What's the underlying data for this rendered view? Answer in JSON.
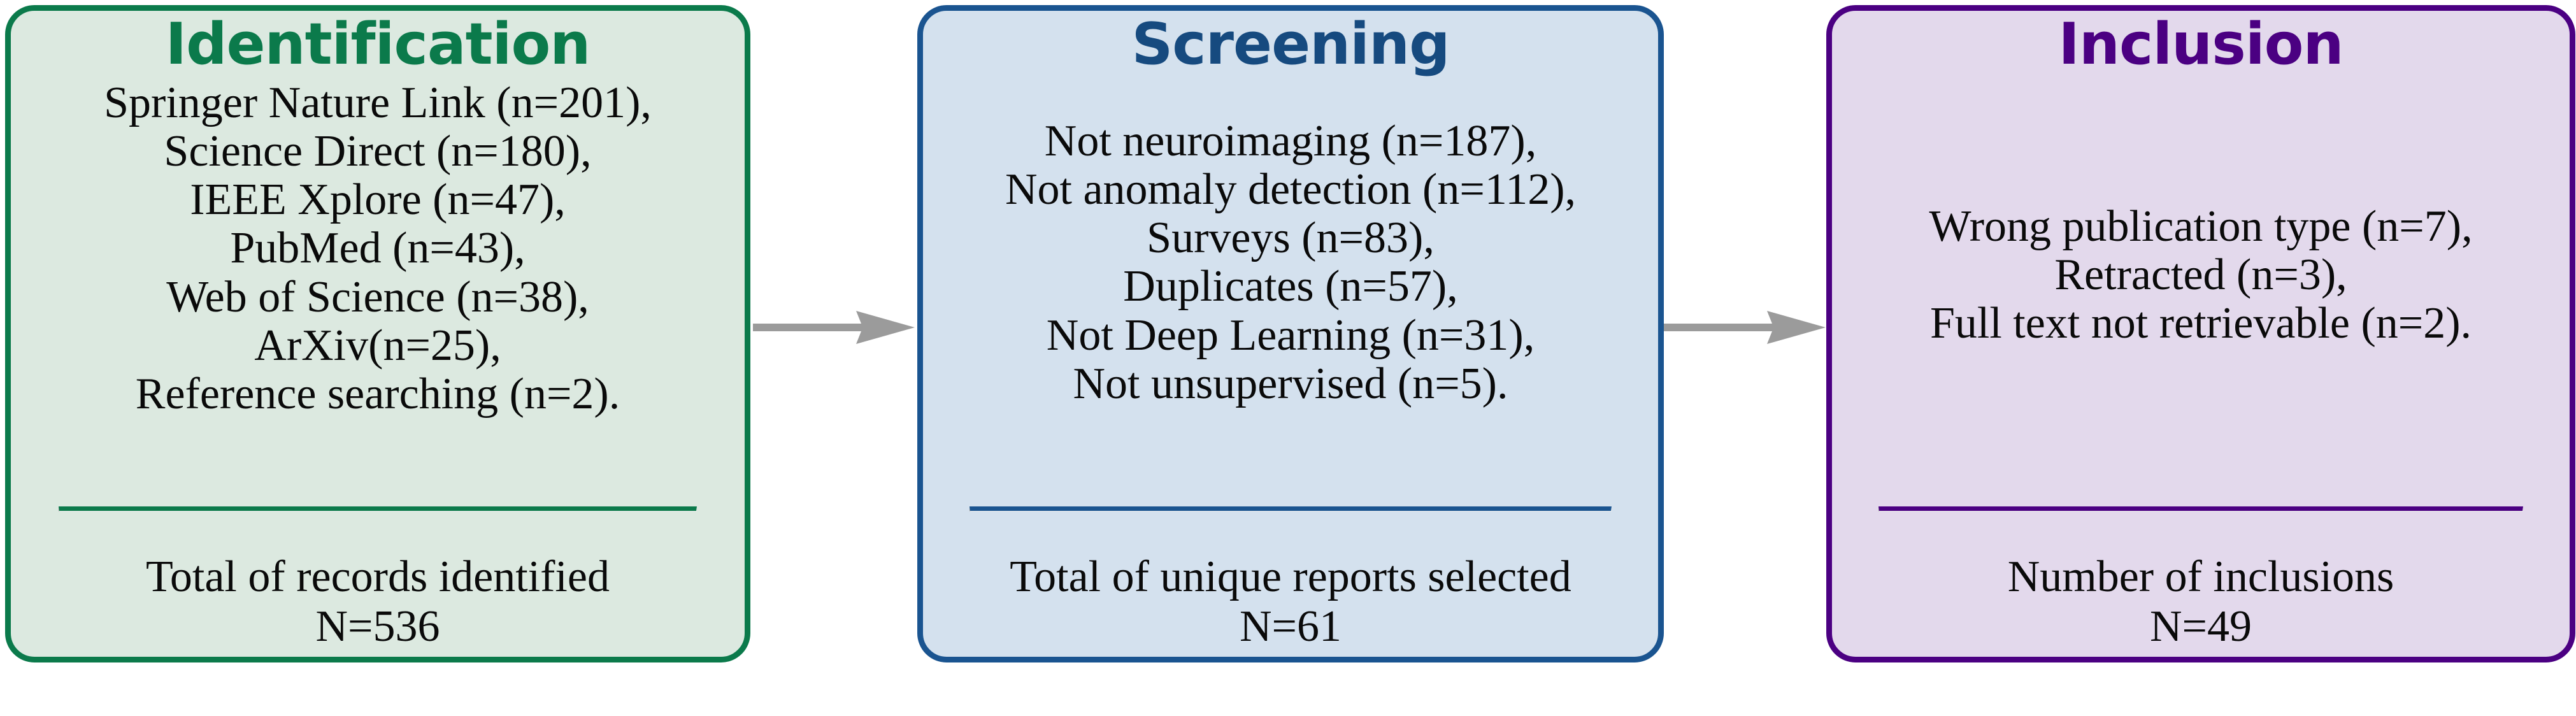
{
  "diagram": {
    "type": "prisma-flow-diagram",
    "orientation": "horizontal-left-to-right",
    "accent_colors": {
      "identification_border": "#0b7a4b",
      "identification_fill": "#dce9e0",
      "screening_border": "#1a5490",
      "screening_fill": "#d4e1ee",
      "inclusion_border": "#4b0082",
      "inclusion_fill": "#e3d9ec",
      "arrow": "#9b9b9b"
    }
  },
  "stages": [
    {
      "title": "Identification",
      "reasons": [
        "Springer Nature Link (n=201),",
        "Science Direct (n=180),",
        "IEEE Xplore (n=47),",
        "PubMed (n=43),",
        "Web of Science (n=38),",
        "ArXiv(n=25),",
        "Reference searching (n=2)."
      ],
      "summary_label": "Total of records identified",
      "summary_value": "N=536"
    },
    {
      "title": "Screening",
      "reasons": [
        "Not neuroimaging (n=187),",
        "Not anomaly detection (n=112),",
        "Surveys (n=83),",
        "Duplicates (n=57),",
        "Not Deep Learning (n=31),",
        "Not unsupervised (n=5)."
      ],
      "summary_label": "Total of unique reports selected",
      "summary_value": "N=61"
    },
    {
      "title": "Inclusion",
      "reasons": [
        "Wrong publication type (n=7),",
        "Retracted (n=3),",
        "Full text not retrievable (n=2)."
      ],
      "summary_label": "Number of inclusions",
      "summary_value": "N=49"
    }
  ],
  "arrows": [
    {
      "from": "Identification",
      "to": "Screening"
    },
    {
      "from": "Screening",
      "to": "Inclusion"
    }
  ]
}
